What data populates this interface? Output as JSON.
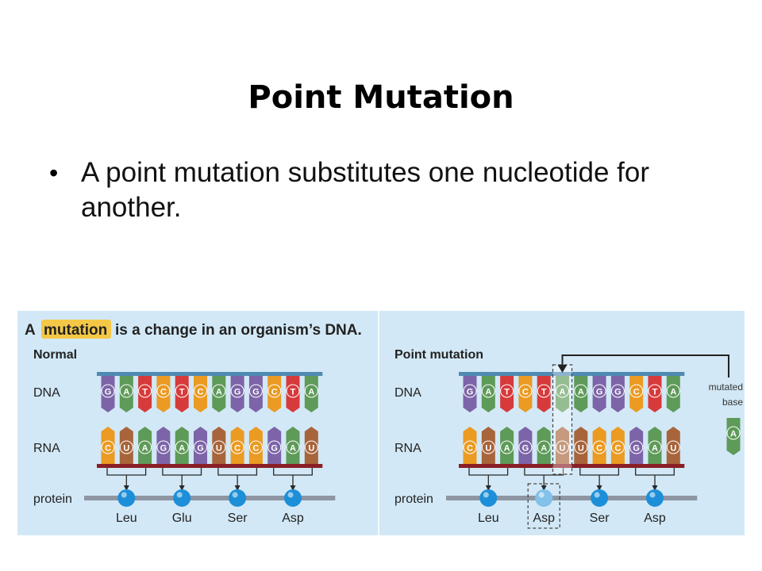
{
  "slide": {
    "title": "Point Mutation",
    "bullet": "A point mutation substitutes one nucleotide for another."
  },
  "figure": {
    "heading_prefix": "A",
    "heading_highlight": "mutation",
    "heading_suffix": "is a change in an organism’s DNA.",
    "normal_panel": {
      "title": "Normal",
      "row_labels": {
        "dna": "DNA",
        "rna": "RNA",
        "protein": "protein"
      },
      "dna": [
        "G",
        "A",
        "T",
        "C",
        "T",
        "C",
        "A",
        "G",
        "G",
        "C",
        "T",
        "A"
      ],
      "rna": [
        "C",
        "U",
        "A",
        "G",
        "A",
        "G",
        "U",
        "C",
        "C",
        "G",
        "A",
        "U"
      ],
      "amino_acids": [
        "Leu",
        "Glu",
        "Ser",
        "Asp"
      ]
    },
    "mutation_panel": {
      "title": "Point mutation",
      "row_labels": {
        "dna": "DNA",
        "rna": "RNA",
        "protein": "protein"
      },
      "dna": [
        "G",
        "A",
        "T",
        "C",
        "T",
        "A",
        "A",
        "G",
        "G",
        "C",
        "T",
        "A"
      ],
      "rna": [
        "C",
        "U",
        "A",
        "G",
        "A",
        "U",
        "U",
        "C",
        "C",
        "G",
        "A",
        "U"
      ],
      "amino_acids": [
        "Leu",
        "Asp",
        "Ser",
        "Asp"
      ],
      "mutated_index": 5,
      "mutated_codon_index": 1,
      "callout_line1": "mutated",
      "callout_line2": "base",
      "mutated_base": "A"
    }
  },
  "colors": {
    "A": "#5e9a58",
    "T": "#d73a3a",
    "G": "#7d64a8",
    "C": "#eb9a22",
    "U": "#a8643a",
    "panel_bg": "#d2e8f6",
    "strand": "#4f8ab3",
    "backbone": "#8a1f26",
    "protein_chain": "#8d96a2",
    "amino_acid": "#1d8fd8",
    "highlight": "#f4c846"
  }
}
